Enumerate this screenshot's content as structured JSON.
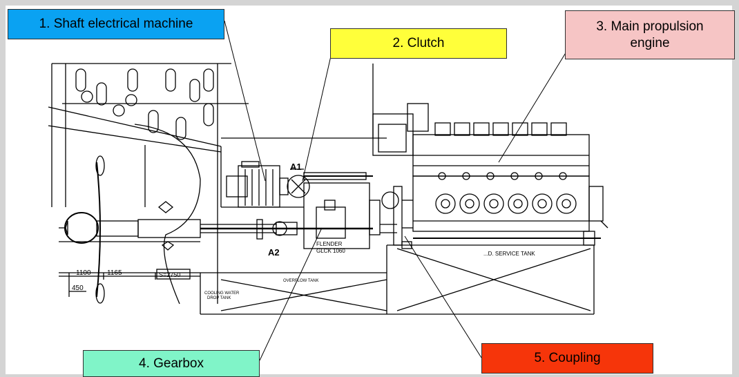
{
  "labels": {
    "shaft_machine": "1. Shaft electrical machine",
    "clutch": "2. Clutch",
    "engine": "3. Main propulsion engine",
    "gearbox": "4. Gearbox",
    "coupling": "5. Coupling"
  },
  "drawing_text": {
    "a1": "A1",
    "a2": "A2",
    "flender_1": "FLENDER",
    "flender_2": "GLCK 1060",
    "service_tank": "...D. SERVICE TANK",
    "overflow_tank": "OVERFLOW TANK",
    "cooling_1": "COOLING WATER",
    "cooling_2": "DROP TANK",
    "dim_1100": "1100",
    "dim_1165": "1165",
    "dim_450": "450",
    "dim_s2750": "S=2750"
  },
  "colors": {
    "shaft_machine": "#0aa2f2",
    "clutch": "#ffff3a",
    "engine": "#f6c5c5",
    "gearbox": "#80f4c8",
    "coupling": "#f6350a"
  }
}
